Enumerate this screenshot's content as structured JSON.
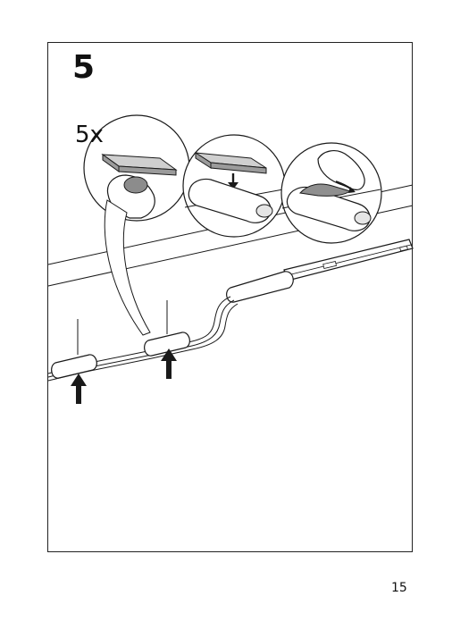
{
  "step": {
    "number": "5",
    "count_label": "5x"
  },
  "footer": {
    "page_number": "15"
  },
  "colors": {
    "line": "#1a1a1a",
    "grey_strip": "#8f8f8f",
    "light_grey": "#d5d5d5",
    "white": "#ffffff"
  }
}
